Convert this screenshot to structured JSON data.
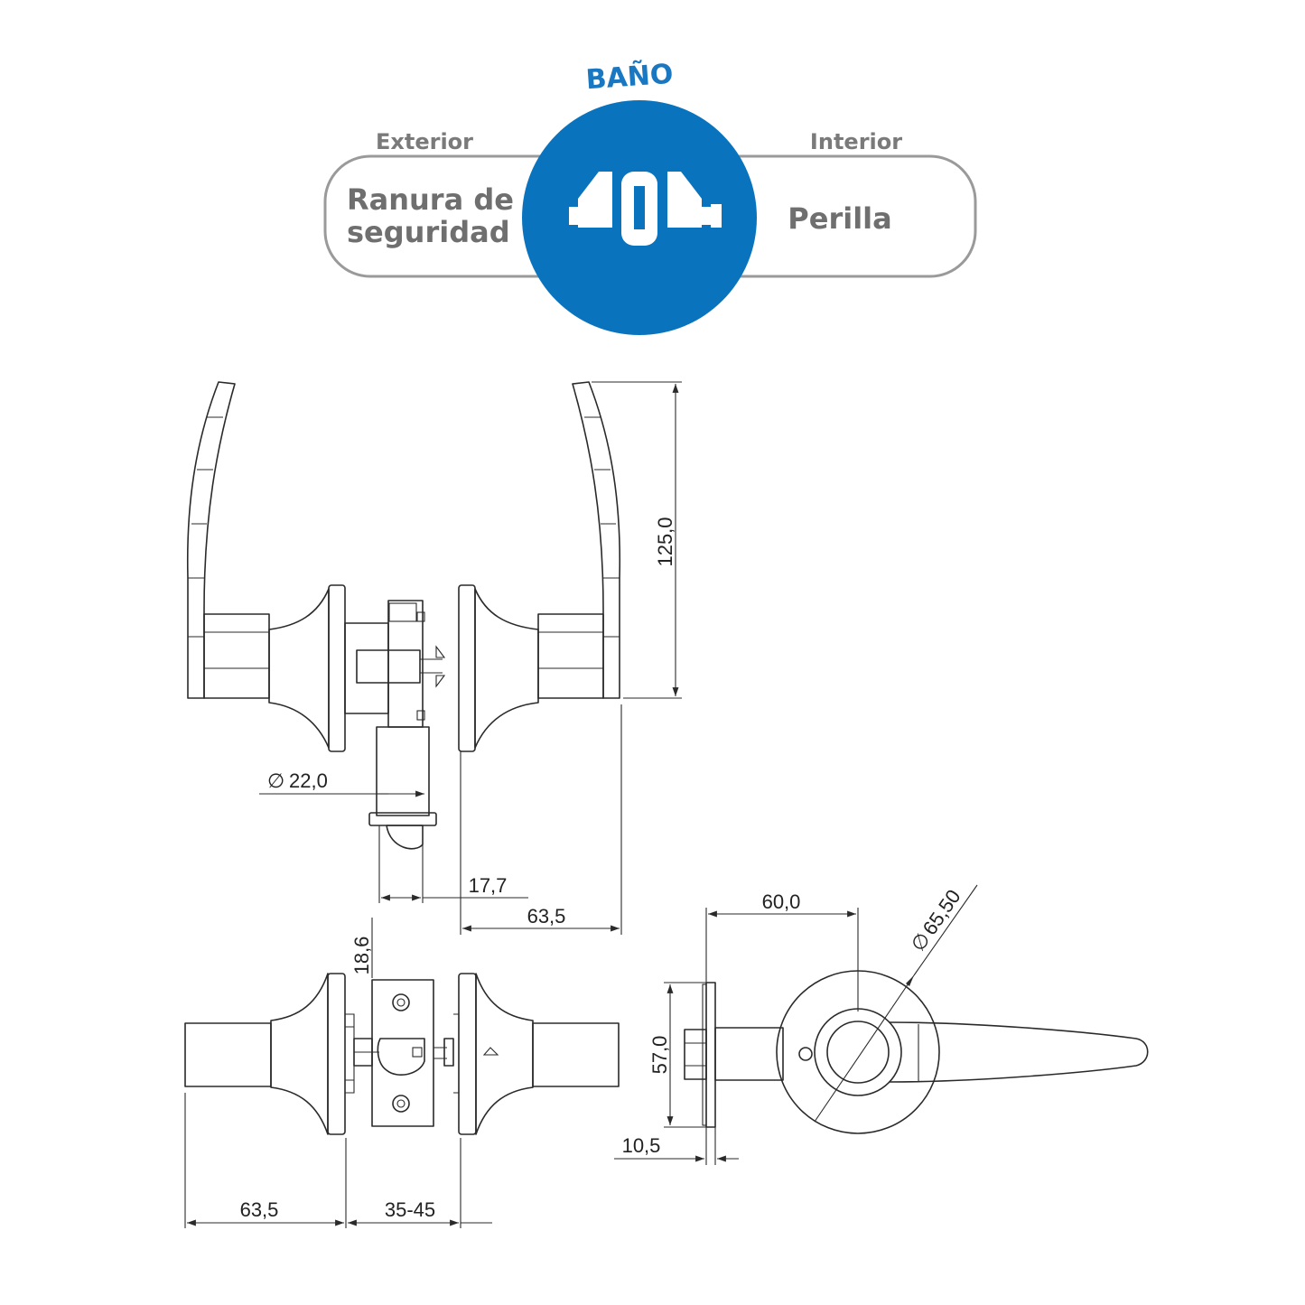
{
  "header": {
    "title": "BAÑO",
    "exterior_label": "Exterior",
    "interior_label": "Interior",
    "exterior_function_line1": "Ranura de",
    "exterior_function_line2": "seguridad",
    "interior_function": "Perilla",
    "icon": "lock-mechanism-icon",
    "accent_color": "#0a73bd",
    "banner_border_color": "#9a9a9a"
  },
  "dimensions": {
    "lever_height": "125,0",
    "spindle_diameter": "22,0",
    "latch_offset": "17,7",
    "rosette_to_lever_top": "63,5",
    "backset": "18,6",
    "rosette_to_lever_bottom": "63,5",
    "door_thickness": "35-45",
    "lever_projection": "60,0",
    "rosette_diameter": "65,50",
    "plate_height": "57,0",
    "plate_offset": "10,5"
  },
  "symbols": {
    "diameter_symbol": "∅"
  }
}
